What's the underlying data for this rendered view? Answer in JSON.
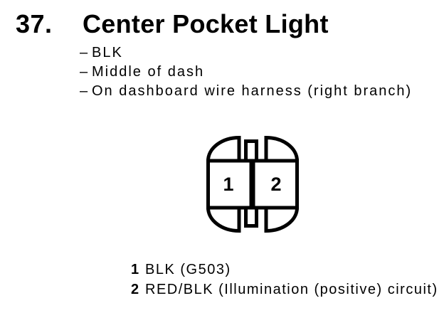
{
  "heading": {
    "number": "37.",
    "title": "Center Pocket Light"
  },
  "notes": {
    "marker": "–",
    "items": [
      "BLK",
      "Middle of dash",
      "On dashboard wire harness (right branch)"
    ]
  },
  "connector": {
    "type": "2-cavity connector face view",
    "cavities": [
      {
        "id": "1"
      },
      {
        "id": "2"
      }
    ]
  },
  "legend": {
    "pins": [
      {
        "pin": "1",
        "desc": "BLK (G503)"
      },
      {
        "pin": "2",
        "desc": "RED/BLK (Illumination (positive) circuit)"
      }
    ]
  },
  "colors": {
    "ink": "#000000",
    "paper": "#ffffff"
  }
}
